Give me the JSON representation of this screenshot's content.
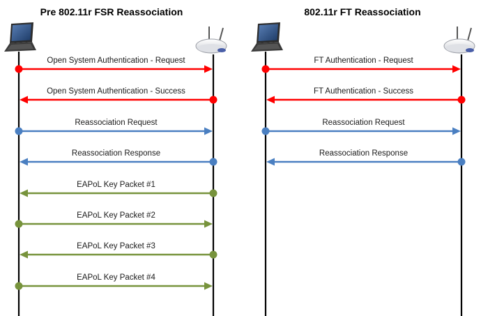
{
  "colors": {
    "auth": "#ff0000",
    "reassoc": "#4a7fc1",
    "eapol": "#77933c",
    "lifeline": "#000000"
  },
  "left_panel": {
    "title": "Pre 802.11r  FSR Reassociation",
    "client_icon": "laptop-icon",
    "ap_icon": "wireless-access-point-icon",
    "messages": [
      {
        "label": "Open System  Authentication - Request",
        "direction": "to-ap",
        "kind": "auth"
      },
      {
        "label": "Open System  Authentication - Success",
        "direction": "to-client",
        "kind": "auth"
      },
      {
        "label": "Reassociation Request",
        "direction": "to-ap",
        "kind": "reassoc"
      },
      {
        "label": "Reassociation Response",
        "direction": "to-client",
        "kind": "reassoc"
      },
      {
        "label": "EAPoL Key Packet #1",
        "direction": "to-client",
        "kind": "eapol"
      },
      {
        "label": "EAPoL  Key Packet #2",
        "direction": "to-ap",
        "kind": "eapol"
      },
      {
        "label": "EAPoL Key Packet #3",
        "direction": "to-client",
        "kind": "eapol"
      },
      {
        "label": "EAPoL  Key Packet #4",
        "direction": "to-ap",
        "kind": "eapol"
      }
    ]
  },
  "right_panel": {
    "title": "802.11r FT Reassociation",
    "client_icon": "laptop-icon",
    "ap_icon": "wireless-access-point-icon",
    "messages": [
      {
        "label": "FT Authentication - Request",
        "direction": "to-ap",
        "kind": "auth"
      },
      {
        "label": "FT Authentication - Success",
        "direction": "to-client",
        "kind": "auth"
      },
      {
        "label": "Reassociation Request",
        "direction": "to-ap",
        "kind": "reassoc"
      },
      {
        "label": "Reassociation Response",
        "direction": "to-client",
        "kind": "reassoc"
      }
    ]
  }
}
